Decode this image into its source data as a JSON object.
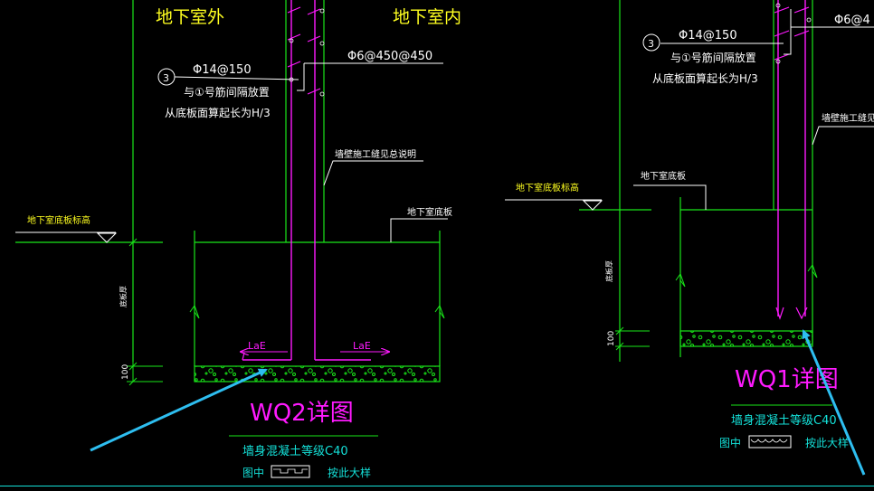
{
  "drawing": {
    "left": {
      "outer_label": "地下室外",
      "inner_label": "地下室内",
      "bar_label": "Φ14@150",
      "bar_note1": "与①号筋间隔放置",
      "bar_note2": "从底板面算起长为H/3",
      "tie_label": "Φ6@450@450",
      "joint_note": "墙壁施工缝见总说明",
      "slab_label": "地下室底板",
      "level_label": "地下室底板标高",
      "dim_label": "底板厚",
      "dim_100": "100",
      "lae_left": "LaE",
      "lae_right": "LaE",
      "title": "WQ2详图",
      "concrete_note": "墙身混凝土等级C40",
      "legend_prefix": "图中",
      "legend_suffix": "按此大样",
      "callout": "3"
    },
    "right": {
      "bar_label": "Φ14@150",
      "bar_note1": "与①号筋间隔放置",
      "bar_note2": "从底板面算起长为H/3",
      "tie_label": "Φ6@4",
      "joint_note": "墙壁施工缝见总",
      "slab_label": "地下室底板",
      "level_label": "地下室底板标高",
      "dim_label": "底板厚",
      "dim_100": "100",
      "title": "WQ1详图",
      "concrete_note": "墙身混凝土等级C40",
      "legend_prefix": "图中",
      "legend_suffix": "按此大样",
      "callout": "3"
    }
  },
  "colors": {
    "green": "#19e619",
    "yellow": "#ffff20",
    "white": "#ffffff",
    "magenta": "#ff1aff",
    "cyan_arrow": "#2ebef0",
    "teal": "#14e0d8"
  }
}
